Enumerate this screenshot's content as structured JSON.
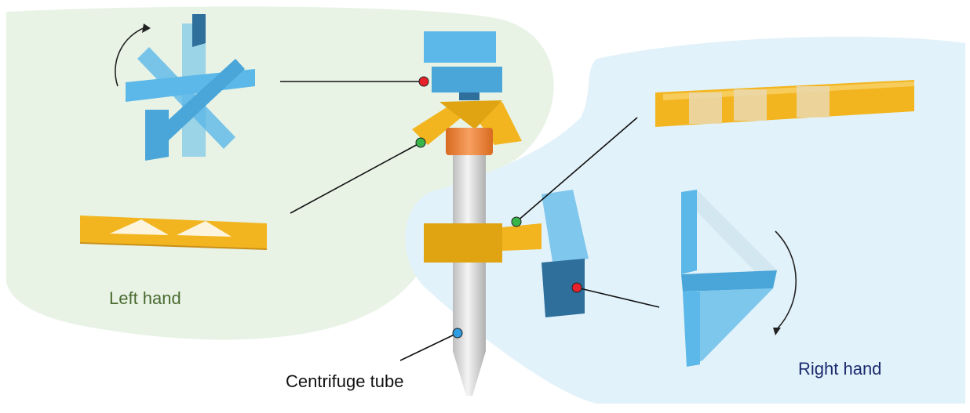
{
  "labels": {
    "left_hand": "Left hand",
    "right_hand": "Right hand",
    "centrifuge_tube": "Centrifuge tube"
  },
  "colors": {
    "left_region": "#e8f3e6",
    "right_region": "#e2f2fa",
    "left_text": "#4a6b30",
    "right_text": "#1a2a6e",
    "tube_text": "#111111",
    "gold": "#f2b51f",
    "blue": "#5bb8e8",
    "dark_blue": "#2e6f9b",
    "cap_orange": "#f08a3a",
    "marker_red": "#e8222a",
    "marker_green": "#3ab54a",
    "marker_blue": "#2f9be0"
  }
}
